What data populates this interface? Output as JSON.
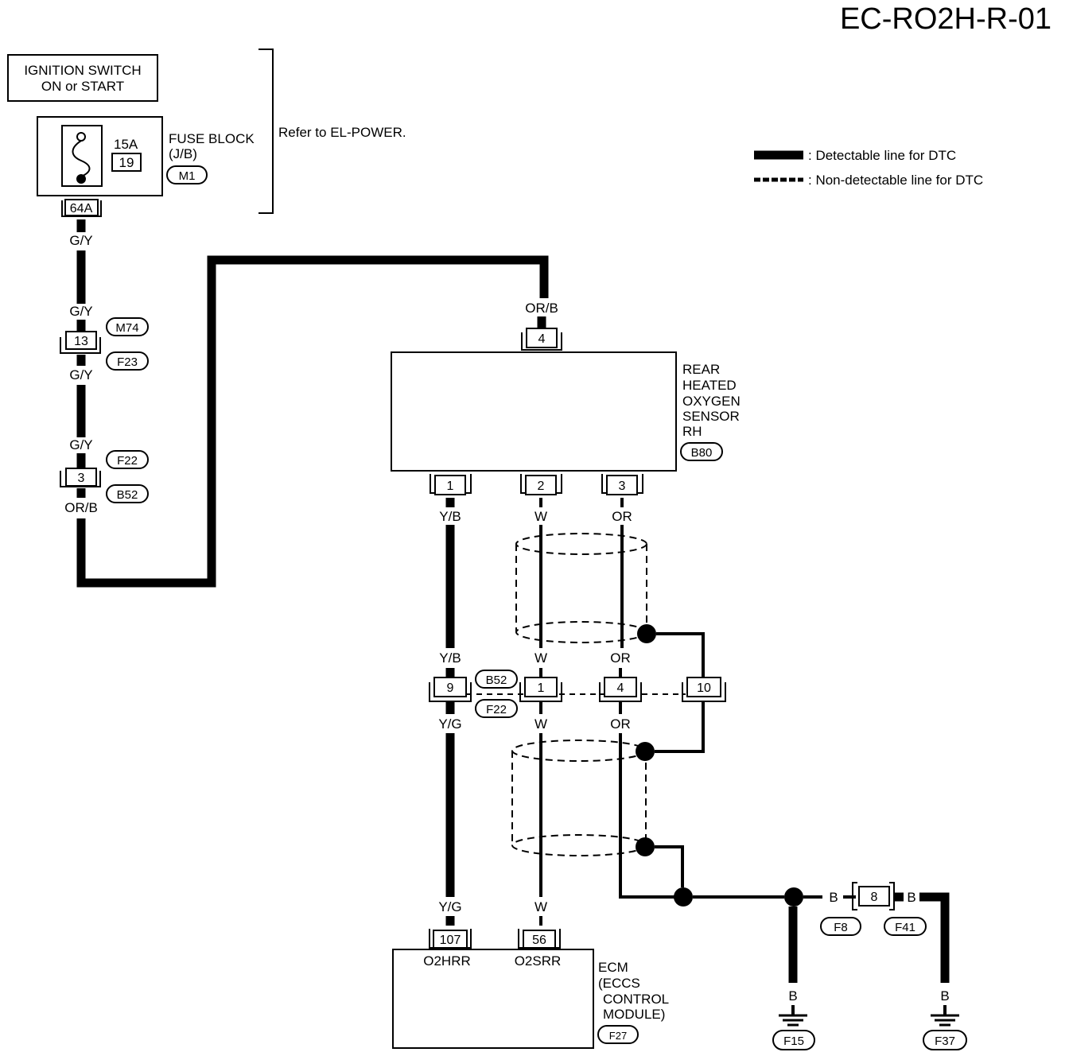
{
  "page_id": "EC-RO2H-R-01",
  "legend": {
    "detectable": ": Detectable line for DTC",
    "non_detectable": ": Non-detectable line for DTC"
  },
  "power": {
    "ignition_line1": "IGNITION SWITCH",
    "ignition_line2": "ON or START",
    "fuse_block_line1": "FUSE BLOCK",
    "fuse_block_line2": "(J/B)",
    "fuse_block_code": "M1",
    "fuse_rating": "15A",
    "fuse_number": "19",
    "fuse_connector": "64A",
    "refer": "Refer to EL-POWER."
  },
  "left_harness": {
    "wire1": "G/Y",
    "wire2": "G/Y",
    "connector1_pin": "13",
    "connector1_code_top": "M74",
    "connector1_code_bottom": "F23",
    "wire3": "G/Y",
    "wire4": "G/Y",
    "connector2_pin": "3",
    "connector2_code_top": "F22",
    "connector2_code_bottom": "B52",
    "wire5": "OR/B"
  },
  "sensor": {
    "name_lines": [
      "REAR",
      "HEATED",
      "OXYGEN",
      "SENSOR",
      "RH"
    ],
    "code": "B80",
    "top_pin": "4",
    "top_wire": "OR/B",
    "pins": [
      "1",
      "2",
      "3"
    ],
    "wires": [
      "Y/B",
      "W",
      "OR"
    ]
  },
  "mid_connector": {
    "wires_above": [
      "Y/B",
      "W",
      "OR"
    ],
    "pins": [
      "9",
      "1",
      "4",
      "10"
    ],
    "code_top": "B52",
    "code_bottom": "F22",
    "wires_below": [
      "Y/G",
      "W",
      "OR"
    ]
  },
  "ecm": {
    "wires": [
      "Y/G",
      "W"
    ],
    "pins": [
      "107",
      "56"
    ],
    "pin_names": [
      "O2HRR",
      "O2SRR"
    ],
    "name_lines": [
      "ECM",
      "(ECCS",
      "CONTROL",
      "MODULE)"
    ],
    "code": "F27"
  },
  "ground": {
    "wire_left": "B",
    "connector_pin": "8",
    "wire_right": "B",
    "code_left": "F8",
    "code_right": "F41",
    "drop_left_wire": "B",
    "drop_right_wire": "B",
    "ground_left": "F15",
    "ground_right": "F37"
  }
}
